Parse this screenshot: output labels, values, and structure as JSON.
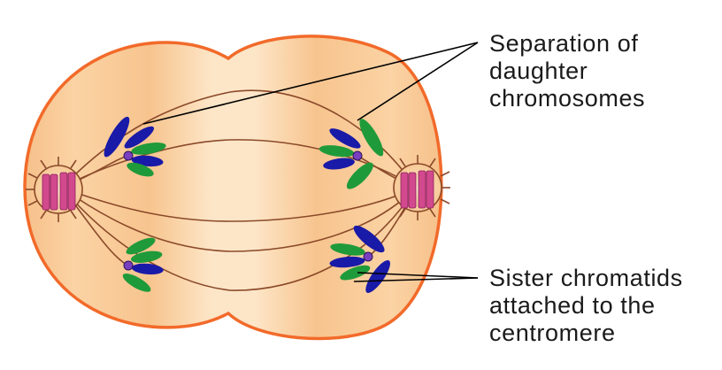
{
  "labels": {
    "separation": [
      "Separation of",
      "daughter",
      "chromosomes"
    ],
    "sister": [
      "Sister chromatids",
      "attached to the",
      "centromere"
    ]
  },
  "colors": {
    "cell_fill": "#fbd5a6",
    "cell_outline": "#f26a2a",
    "spindle": "#8b4a2a",
    "centriole": "#d2498e",
    "chromatid_blue": "#1a1aa8",
    "chromatid_green": "#1f9a3a",
    "centromere": "#7a3fc0",
    "pointer": "#000000"
  }
}
